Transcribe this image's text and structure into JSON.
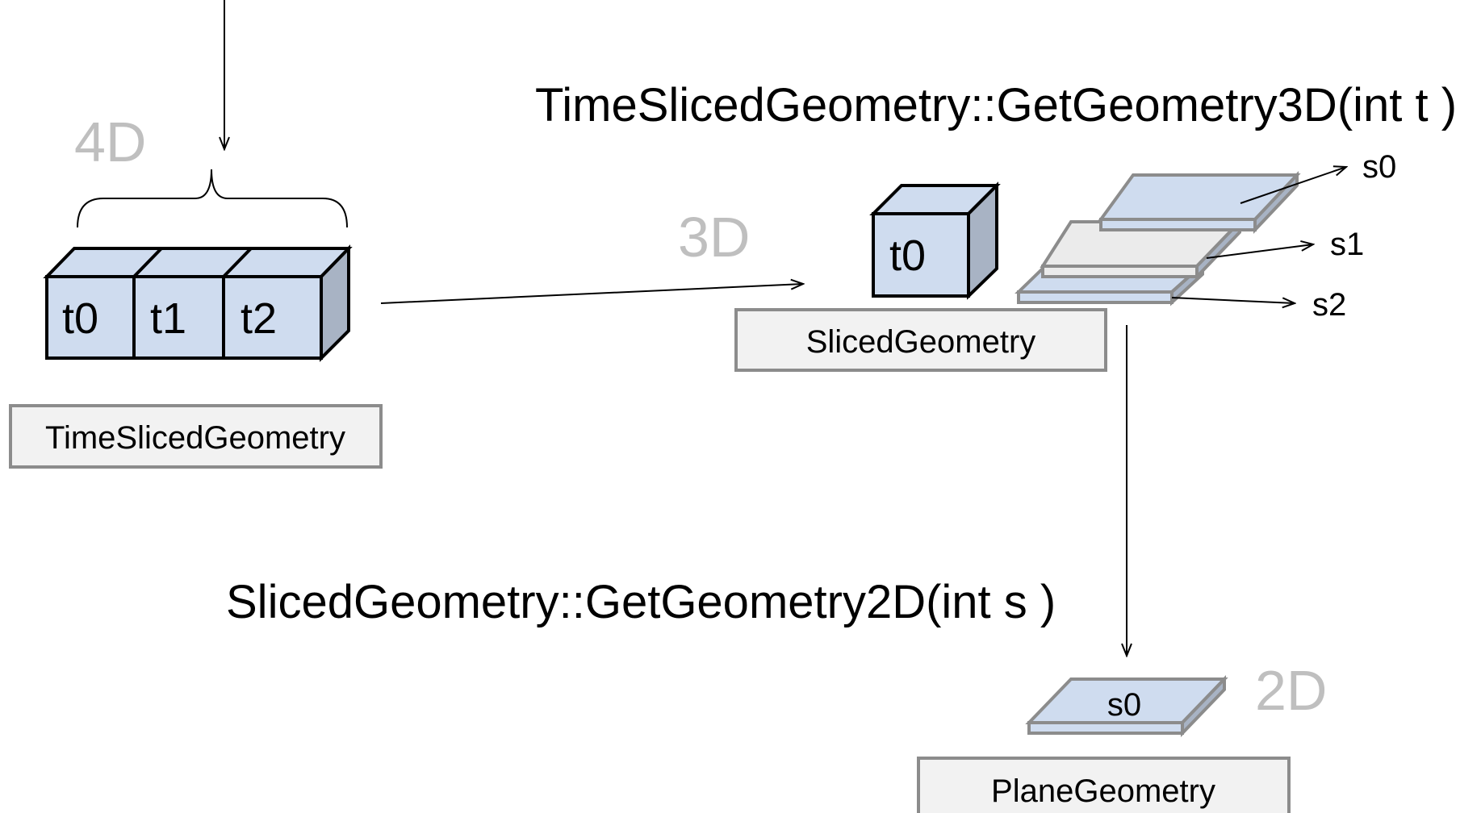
{
  "dimensions": {
    "four_d": "4D",
    "three_d": "3D",
    "two_d": "2D"
  },
  "methods": {
    "get_geometry_3d": "TimeSlicedGeometry::GetGeometry3D(int t )",
    "get_geometry_2d": "SlicedGeometry::GetGeometry2D(int s )"
  },
  "classes": {
    "time_sliced_geometry": "TimeSlicedGeometry",
    "sliced_geometry": "SlicedGeometry",
    "plane_geometry": "PlaneGeometry"
  },
  "time_steps": [
    "t0",
    "t1",
    "t2"
  ],
  "single_time_step": "t0",
  "slices": [
    "s0",
    "s1",
    "s2"
  ],
  "plane_slice": "s0",
  "colors": {
    "box_fill": "#cfdcef",
    "box_side": "#a8b3c4",
    "class_box_fill": "#f2f2f2",
    "border_grey": "#8c8c8c",
    "dimension_label": "#bfbfbf"
  }
}
